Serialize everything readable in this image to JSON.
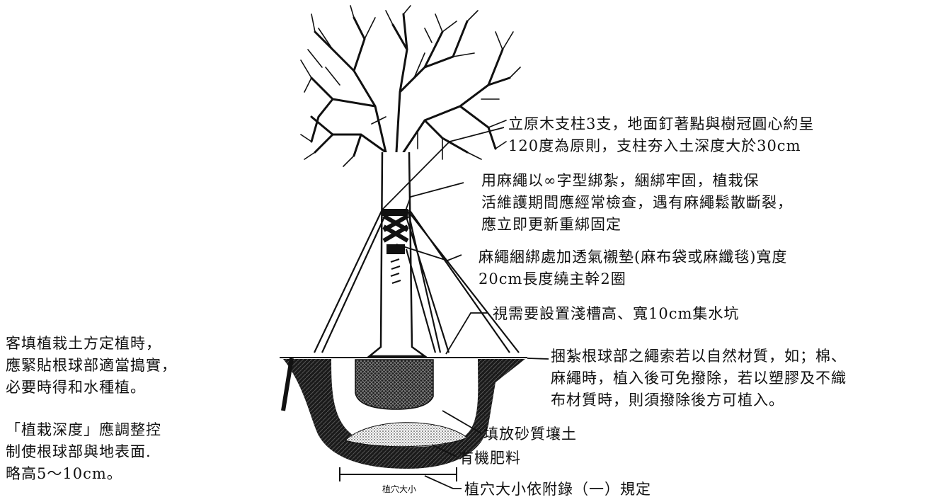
{
  "labels": {
    "stake": [
      "立原木支柱3支，地面釘著點與樹冠圓心約呈",
      "120度為原則，支柱夯入土深度大於30cm"
    ],
    "rope": [
      "用麻繩以∞字型綁紮，綑綁牢固，植栽保",
      "活維護期間應經常檢查，遇有麻繩鬆散斷裂，",
      "應立即更新重綁固定"
    ],
    "pad": [
      "麻繩綑綁處加透氣襯墊(麻布袋或麻纖毯)寬度",
      "20cm長度繞主幹2圈"
    ],
    "basin": "視需要設置淺槽高、寬10cm集水坑",
    "rootball_rope": [
      "捆紮根球部之繩索若以自然材質，如；棉、",
      "麻繩時，植入後可免撥除，若以塑膠及不織",
      "布材質時，則須撥除後方可植入。"
    ],
    "sandy_soil": "填放砂質壤土",
    "fertilizer": "有機肥料",
    "pit_size_rule": "植穴大小依附錄（一）規定",
    "pit_size_dim": "植穴大小",
    "backfill": [
      "客填植栽土方定植時，",
      "應緊貼根球部適當搗實，",
      "必要時得和水種植。"
    ],
    "depth": [
      "「植栽深度」應調整控",
      "制使根球部與地表面.",
      "略高5～10cm。"
    ]
  },
  "colors": {
    "ink": "#111111",
    "paper": "#ffffff"
  }
}
